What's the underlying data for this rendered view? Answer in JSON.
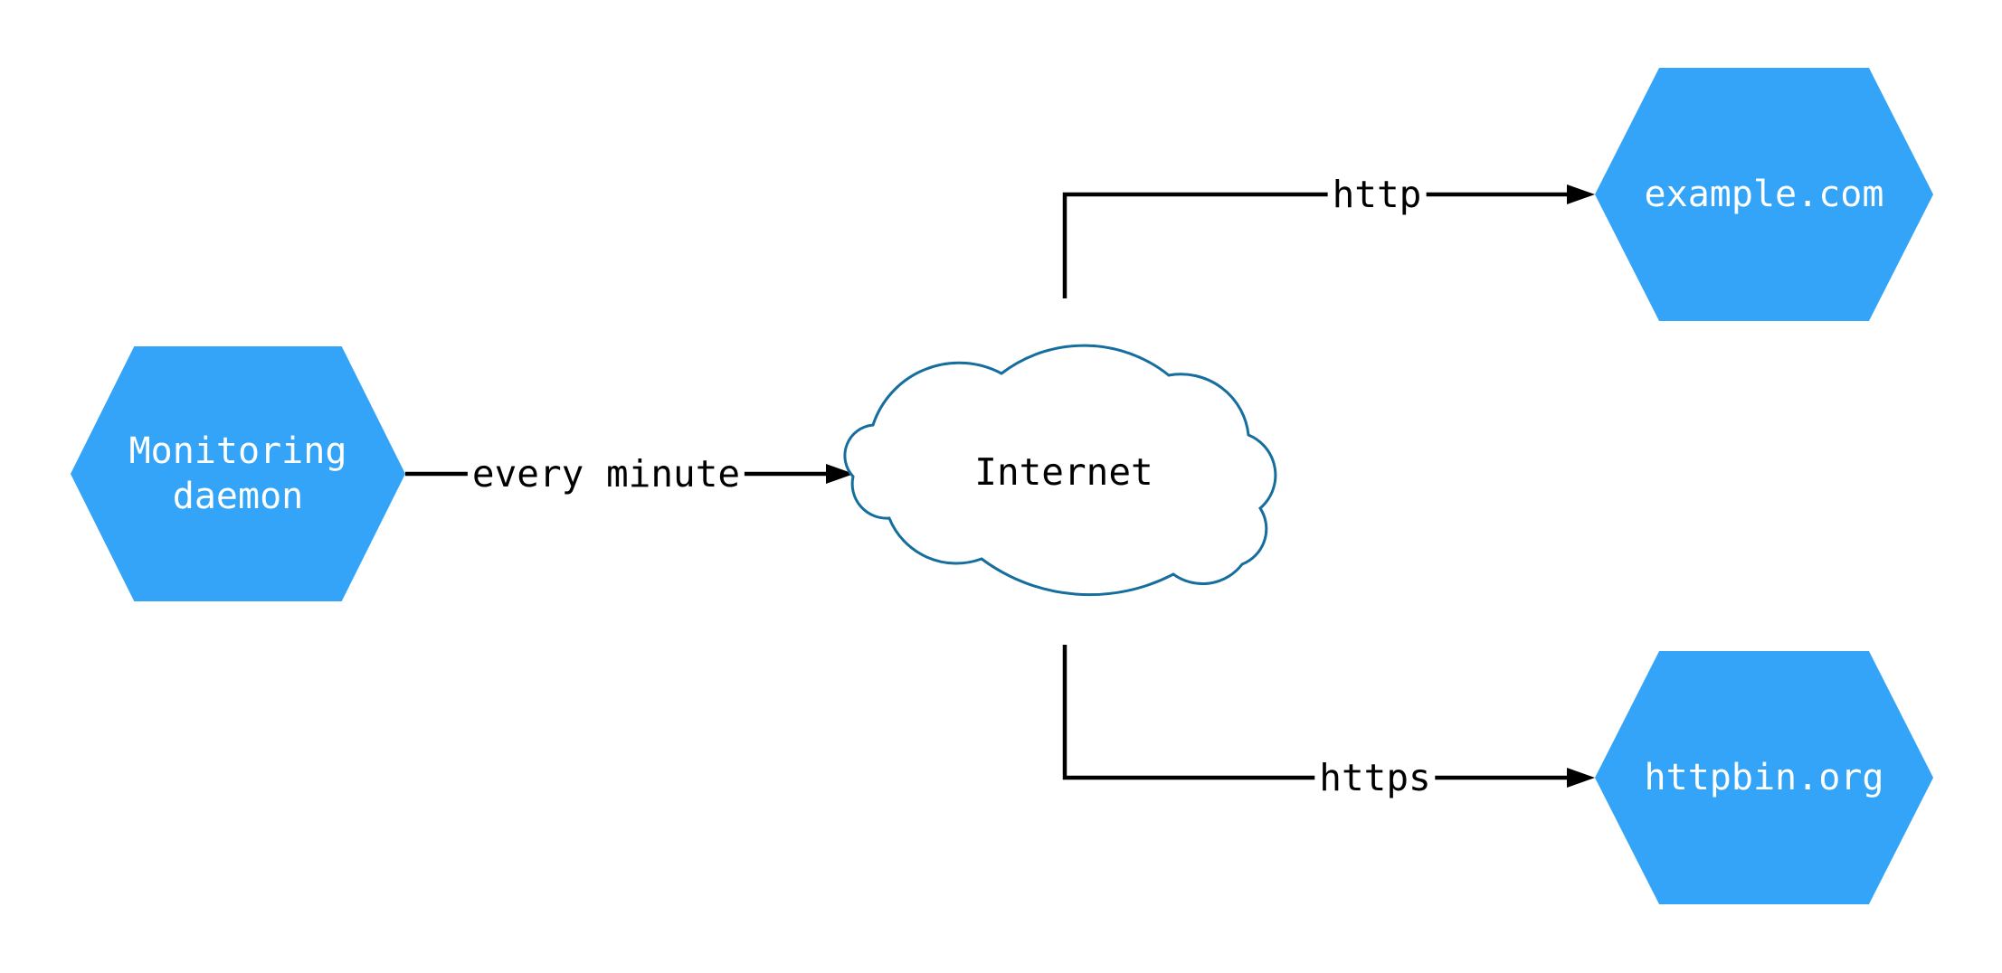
{
  "nodes": {
    "monitoring_daemon": {
      "label": "Monitoring\ndaemon",
      "shape": "hexagon"
    },
    "internet": {
      "label": "Internet",
      "shape": "cloud"
    },
    "example_com": {
      "label": "example.com",
      "shape": "hexagon"
    },
    "httpbin_org": {
      "label": "httpbin.org",
      "shape": "hexagon"
    }
  },
  "edges": {
    "daemon_to_internet": {
      "from": "monitoring_daemon",
      "to": "internet",
      "label": "every minute"
    },
    "internet_to_example": {
      "from": "internet",
      "to": "example_com",
      "label": "http"
    },
    "internet_to_httpbin": {
      "from": "internet",
      "to": "httpbin_org",
      "label": "https"
    }
  },
  "colors": {
    "hexagon_fill": "#33A4F7",
    "hexagon_text": "#FFFFFF",
    "cloud_stroke": "#156E9E",
    "edge_line": "#000000",
    "background": "#FFFFFF"
  }
}
